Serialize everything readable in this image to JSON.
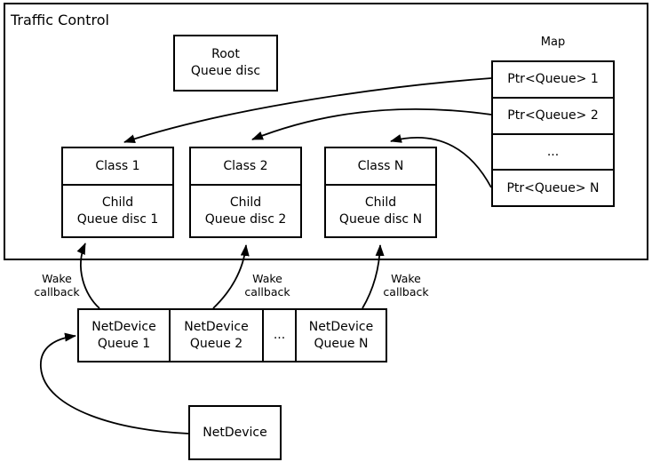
{
  "title": "Traffic Control",
  "root": {
    "label": "Root\nQueue disc"
  },
  "map": {
    "title": "Map",
    "rows": [
      "Ptr<Queue> 1",
      "Ptr<Queue> 2",
      "...",
      "Ptr<Queue> N"
    ]
  },
  "classes": [
    {
      "name": "Class 1",
      "child": "Child\nQueue disc 1"
    },
    {
      "name": "Class 2",
      "child": "Child\nQueue disc 2"
    },
    {
      "name": "Class N",
      "child": "Child\nQueue disc N"
    }
  ],
  "wake_callbacks": [
    "Wake\ncallback",
    "Wake\ncallback",
    "Wake\ncallback"
  ],
  "netdevice_queues": [
    "NetDevice\nQueue 1",
    "NetDevice\nQueue 2",
    "...",
    "NetDevice\nQueue N"
  ],
  "netdevice": {
    "label": "NetDevice"
  },
  "colors": {
    "line": "#000000",
    "background": "#ffffff",
    "text": "#000000"
  }
}
